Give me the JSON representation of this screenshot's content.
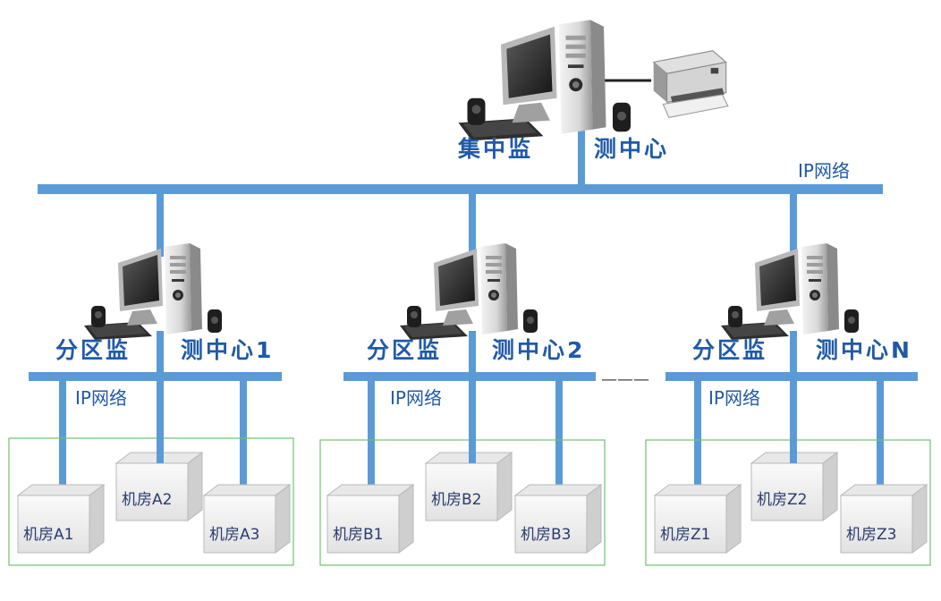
{
  "top": {
    "label_left": "集中监",
    "label_right": "测中心",
    "network_label": "IP网络"
  },
  "subcenters": [
    {
      "label_left": "分区监",
      "label_right": "测中心1",
      "network_label": "IP网络",
      "rooms": [
        "机房A1",
        "机房A2",
        "机房A3"
      ]
    },
    {
      "label_left": "分区监",
      "label_right": "测中心2",
      "network_label": "IP网络",
      "rooms": [
        "机房B1",
        "机房B2",
        "机房B3"
      ]
    },
    {
      "label_left": "分区监",
      "label_right": "测中心N",
      "network_label": "IP网络",
      "rooms": [
        "机房Z1",
        "机房Z2",
        "机房Z3"
      ]
    }
  ],
  "ellipsis": "———",
  "colors": {
    "network_line": "#5b9bd5",
    "label_text": "#1f5aa8",
    "group_border": "#70c070"
  }
}
